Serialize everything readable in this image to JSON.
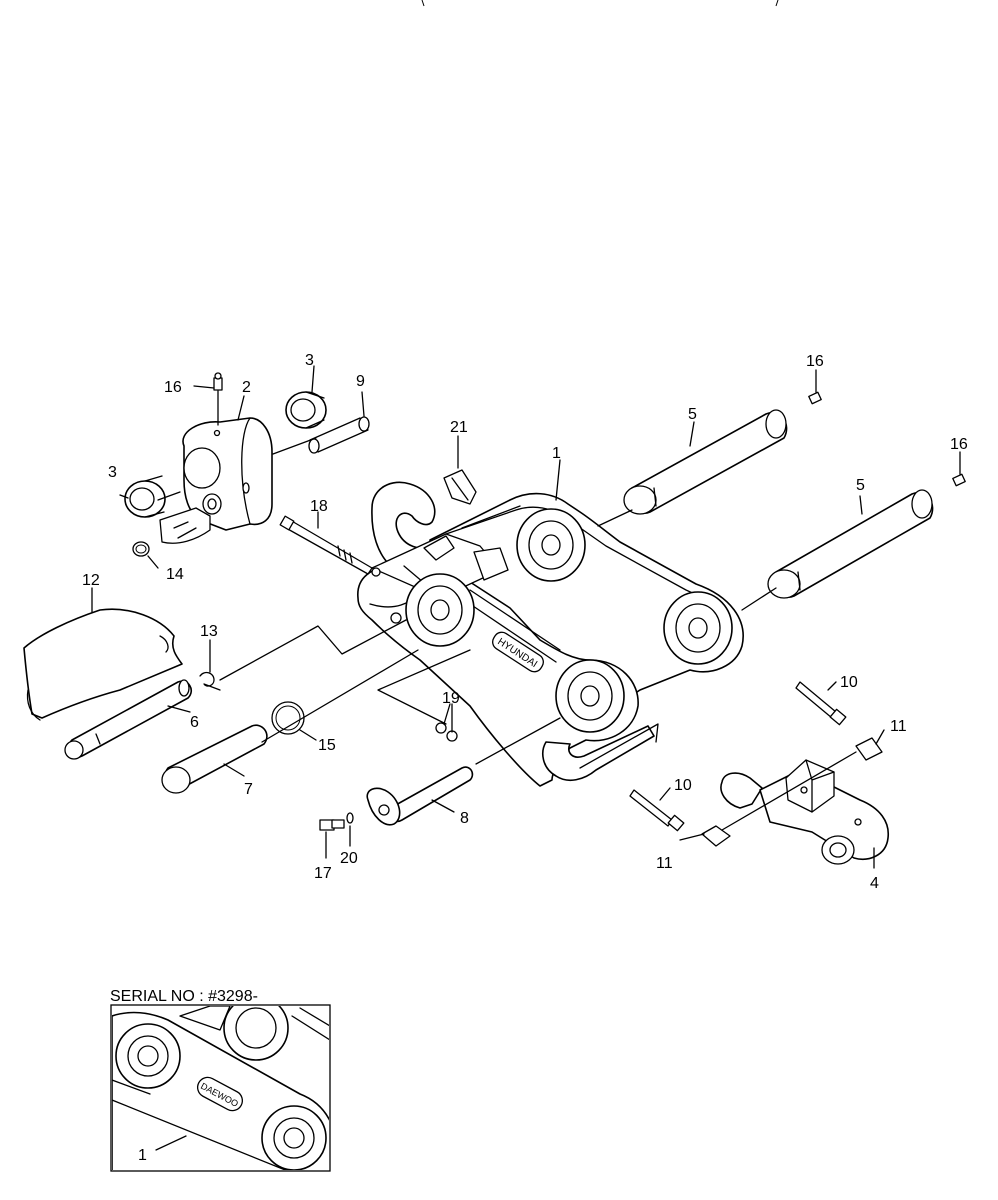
{
  "callouts": [
    {
      "id": "c1",
      "text": "1"
    },
    {
      "id": "c2",
      "text": "2"
    },
    {
      "id": "c3a",
      "text": "3"
    },
    {
      "id": "c3b",
      "text": "3"
    },
    {
      "id": "c4",
      "text": "4"
    },
    {
      "id": "c5a",
      "text": "5"
    },
    {
      "id": "c5b",
      "text": "5"
    },
    {
      "id": "c6",
      "text": "6"
    },
    {
      "id": "c7",
      "text": "7"
    },
    {
      "id": "c8",
      "text": "8"
    },
    {
      "id": "c9",
      "text": "9"
    },
    {
      "id": "c10a",
      "text": "10"
    },
    {
      "id": "c10b",
      "text": "10"
    },
    {
      "id": "c11a",
      "text": "11"
    },
    {
      "id": "c11b",
      "text": "11"
    },
    {
      "id": "c12",
      "text": "12"
    },
    {
      "id": "c13",
      "text": "13"
    },
    {
      "id": "c14",
      "text": "14"
    },
    {
      "id": "c15",
      "text": "15"
    },
    {
      "id": "c16a",
      "text": "16"
    },
    {
      "id": "c16b",
      "text": "16"
    },
    {
      "id": "c16c",
      "text": "16"
    },
    {
      "id": "c17",
      "text": "17"
    },
    {
      "id": "c18",
      "text": "18"
    },
    {
      "id": "c19",
      "text": "19"
    },
    {
      "id": "c20",
      "text": "20"
    },
    {
      "id": "c21",
      "text": "21"
    }
  ],
  "frame_brand": "HYUNDAI",
  "inset": {
    "title": "SERIAL NO : #3298-",
    "callout": "1",
    "badge": "DAEWOO"
  }
}
